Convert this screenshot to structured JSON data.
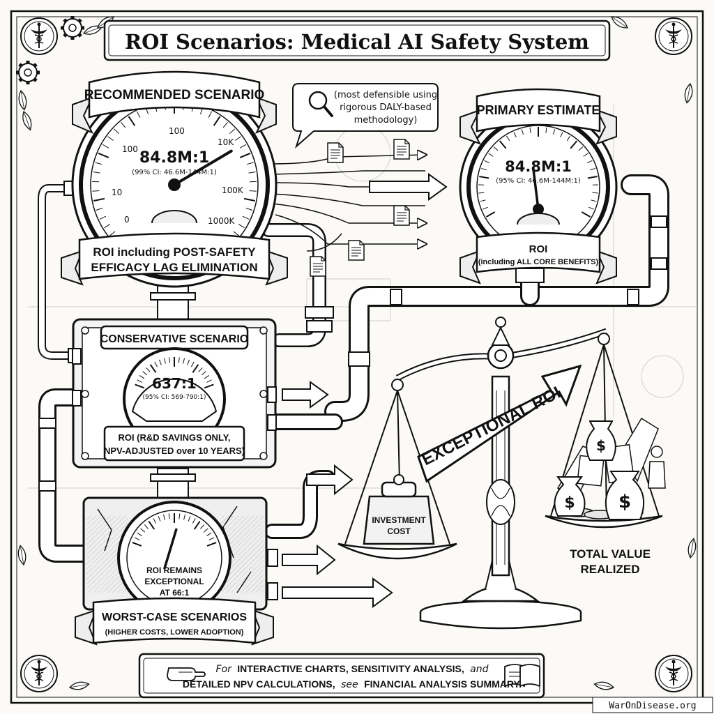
{
  "title": "ROI Scenarios: Medical AI Safety System",
  "recommended": {
    "banner": "RECOMMENDED SCENARIO",
    "dial_ticks": [
      "0",
      "10",
      "100",
      "100",
      "10K",
      "100K",
      "1000K"
    ],
    "value": "84.8M:1",
    "ci": "(99% CI: 46.6M-144M:1)",
    "ribbon_line1": "ROI including POST-SAFETY",
    "ribbon_line2": "EFFICACY LAG ELIMINATION",
    "gauge_level_fraction": 0.72
  },
  "callout": {
    "line1": "(most defensible using",
    "line2": "rigorous DALY-based",
    "line3": "methodology)"
  },
  "primary": {
    "banner": "PRIMARY ESTIMATE",
    "value": "84.8M:1",
    "ci": "(95% CI: 46.6M-144M:1)",
    "label": "ROI",
    "sublabel": "(including ALL CORE BENEFITS)",
    "gauge_level_fraction": 0.45
  },
  "conservative": {
    "banner": "CONSERVATIVE SCENARIO",
    "value": "637:1",
    "ci": "(95% CI: 569-790:1)",
    "line1": "ROI (R&D SAVINGS ONLY,",
    "line2": "NPV-ADJUSTED over 10 YEARS)"
  },
  "worst": {
    "text_line1": "ROI REMAINS",
    "text_line2": "EXCEPTIONAL",
    "text_line3": "AT 66:1",
    "banner": "WORST-CASE SCENARIOS",
    "sub": "(HIGHER COSTS, LOWER ADOPTION)",
    "gauge_level_fraction": 0.62
  },
  "scale": {
    "arrow_label": "EXCEPTIONAL ROI",
    "weight_line1": "INVESTMENT",
    "weight_line2": "COST",
    "value_line1": "TOTAL VALUE",
    "value_line2": "REALIZED"
  },
  "footer": {
    "line1_a": "For",
    "line1_b": "INTERACTIVE CHARTS, SENSITIVITY ANALYSIS,",
    "line1_c": "and",
    "line2_a": "DETAILED NPV CALCULATIONS,",
    "line2_b": "see",
    "line2_c": "FINANCIAL ANALYSIS SUMMARY."
  },
  "watermark": "WarOnDisease.org",
  "icons": [
    "caduceus-icon",
    "magnifier-icon",
    "document-icon",
    "pointing-hand-icon",
    "book-icon",
    "money-bag-icon",
    "gear-icon",
    "laurel-icon"
  ]
}
